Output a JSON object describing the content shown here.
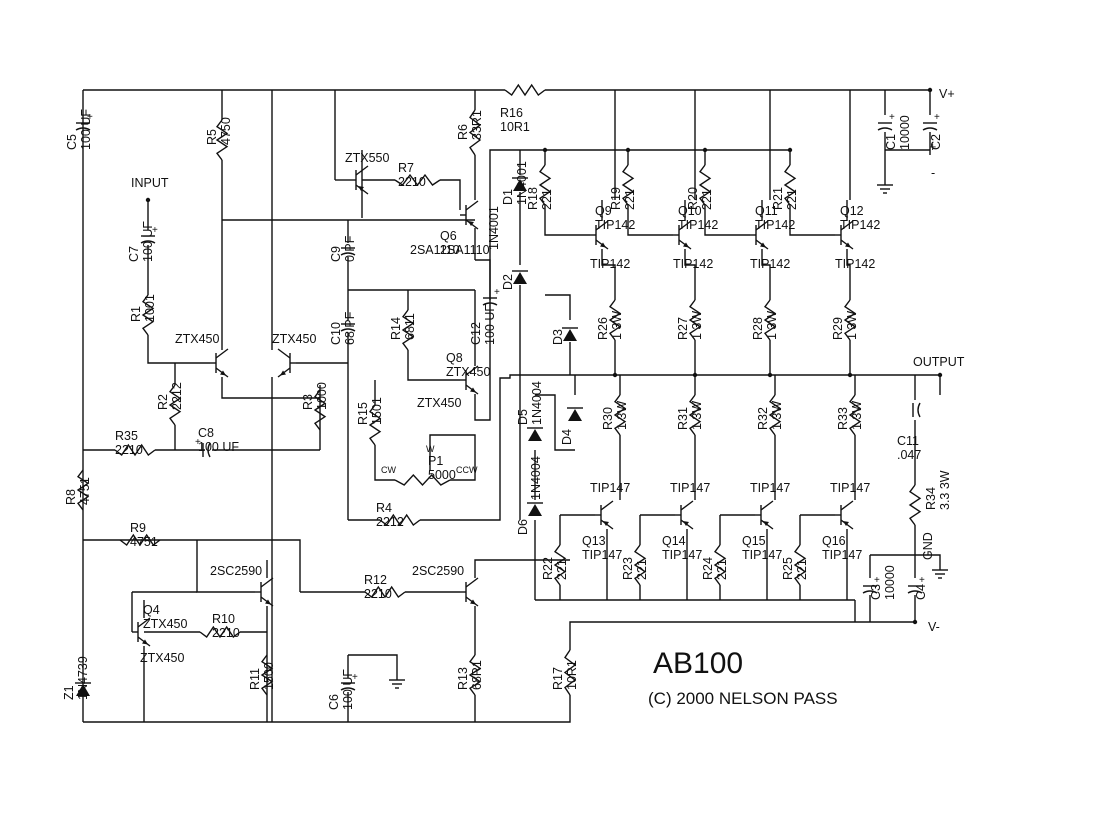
{
  "title": "AB100",
  "copyright": "(C) 2000 NELSON PASS",
  "rails": {
    "positive": "V+",
    "negative": "V-"
  },
  "io": {
    "input": "INPUT",
    "output": "OUTPUT",
    "ground": "GND"
  },
  "components": [
    {
      "ref": "R16",
      "value": "10R1"
    },
    {
      "ref": "C5",
      "value": "100 UF"
    },
    {
      "ref": "R5",
      "value": "4750"
    },
    {
      "ref": "R6",
      "value": "33R1"
    },
    {
      "ref": "Q7",
      "value": "ZTX550"
    },
    {
      "ref": "R7",
      "value": "2210"
    },
    {
      "ref": "C7",
      "value": "100 UF"
    },
    {
      "ref": "Q6",
      "value": "2SA1110"
    },
    {
      "ref": "C9",
      "value": "0 PF"
    },
    {
      "ref": "C10",
      "value": "68 PF"
    },
    {
      "ref": "R1",
      "value": "1001"
    },
    {
      "ref": "Q1",
      "value": "ZTX450"
    },
    {
      "ref": "Q2",
      "value": "ZTX450"
    },
    {
      "ref": "R14",
      "value": "6811"
    },
    {
      "ref": "Q8",
      "value": "ZTX450"
    },
    {
      "ref": "C12",
      "value": "100 UF"
    },
    {
      "ref": "R2",
      "value": "2212"
    },
    {
      "ref": "R3",
      "value": "1000"
    },
    {
      "ref": "R15",
      "value": "1501"
    },
    {
      "ref": "P1",
      "value": "5000"
    },
    {
      "ref": "R35",
      "value": "2210"
    },
    {
      "ref": "C8",
      "value": "100 UF"
    },
    {
      "ref": "R8",
      "value": "4751"
    },
    {
      "ref": "R4",
      "value": "2212"
    },
    {
      "ref": "R9",
      "value": "4751"
    },
    {
      "ref": "Q3",
      "value": "2SC2590"
    },
    {
      "ref": "Q5",
      "value": "2SC2590"
    },
    {
      "ref": "R12",
      "value": "2210"
    },
    {
      "ref": "Q4",
      "value": "ZTX450"
    },
    {
      "ref": "R10",
      "value": "2210"
    },
    {
      "ref": "Z1",
      "value": "1N4739"
    },
    {
      "ref": "R11",
      "value": "1500"
    },
    {
      "ref": "C6",
      "value": "100 UF"
    },
    {
      "ref": "R13",
      "value": "68R1"
    },
    {
      "ref": "R17",
      "value": "10R1"
    },
    {
      "ref": "D1",
      "value": "1N4001"
    },
    {
      "ref": "D2",
      "value": ""
    },
    {
      "ref": "D3",
      "value": ""
    },
    {
      "ref": "D4",
      "value": ""
    },
    {
      "ref": "D5",
      "value": "1N4004"
    },
    {
      "ref": "D6",
      "value": ""
    },
    {
      "ref": "R18",
      "value": "221"
    },
    {
      "ref": "R19",
      "value": "221"
    },
    {
      "ref": "R20",
      "value": "221"
    },
    {
      "ref": "R21",
      "value": "221"
    },
    {
      "ref": "Q9",
      "value": "TIP142"
    },
    {
      "ref": "Q10",
      "value": "TIP142"
    },
    {
      "ref": "Q11",
      "value": "TIP142"
    },
    {
      "ref": "Q12",
      "value": "TIP142"
    },
    {
      "ref": "R26",
      "value": "1 3W"
    },
    {
      "ref": "R27",
      "value": "1 3W"
    },
    {
      "ref": "R28",
      "value": "1 3W"
    },
    {
      "ref": "R29",
      "value": "1 3W"
    },
    {
      "ref": "R30",
      "value": "1 3W"
    },
    {
      "ref": "R31",
      "value": "1 3W"
    },
    {
      "ref": "R32",
      "value": "1 3W"
    },
    {
      "ref": "R33",
      "value": "1 3W"
    },
    {
      "ref": "Q13",
      "value": "TIP147"
    },
    {
      "ref": "Q14",
      "value": "TIP147"
    },
    {
      "ref": "Q15",
      "value": "TIP147"
    },
    {
      "ref": "Q16",
      "value": "TIP147"
    },
    {
      "ref": "R22",
      "value": "221"
    },
    {
      "ref": "R23",
      "value": "221"
    },
    {
      "ref": "R24",
      "value": "221"
    },
    {
      "ref": "R25",
      "value": "221"
    },
    {
      "ref": "C1",
      "value": "10000"
    },
    {
      "ref": "C2",
      "value": ""
    },
    {
      "ref": "C3",
      "value": "10000"
    },
    {
      "ref": "C4",
      "value": ""
    },
    {
      "ref": "C11",
      "value": ".047"
    },
    {
      "ref": "R34",
      "value": "3.3 3W"
    }
  ],
  "pot_marks": [
    "CW",
    "CCW",
    "W"
  ],
  "rail_marks": [
    "+",
    "-"
  ]
}
